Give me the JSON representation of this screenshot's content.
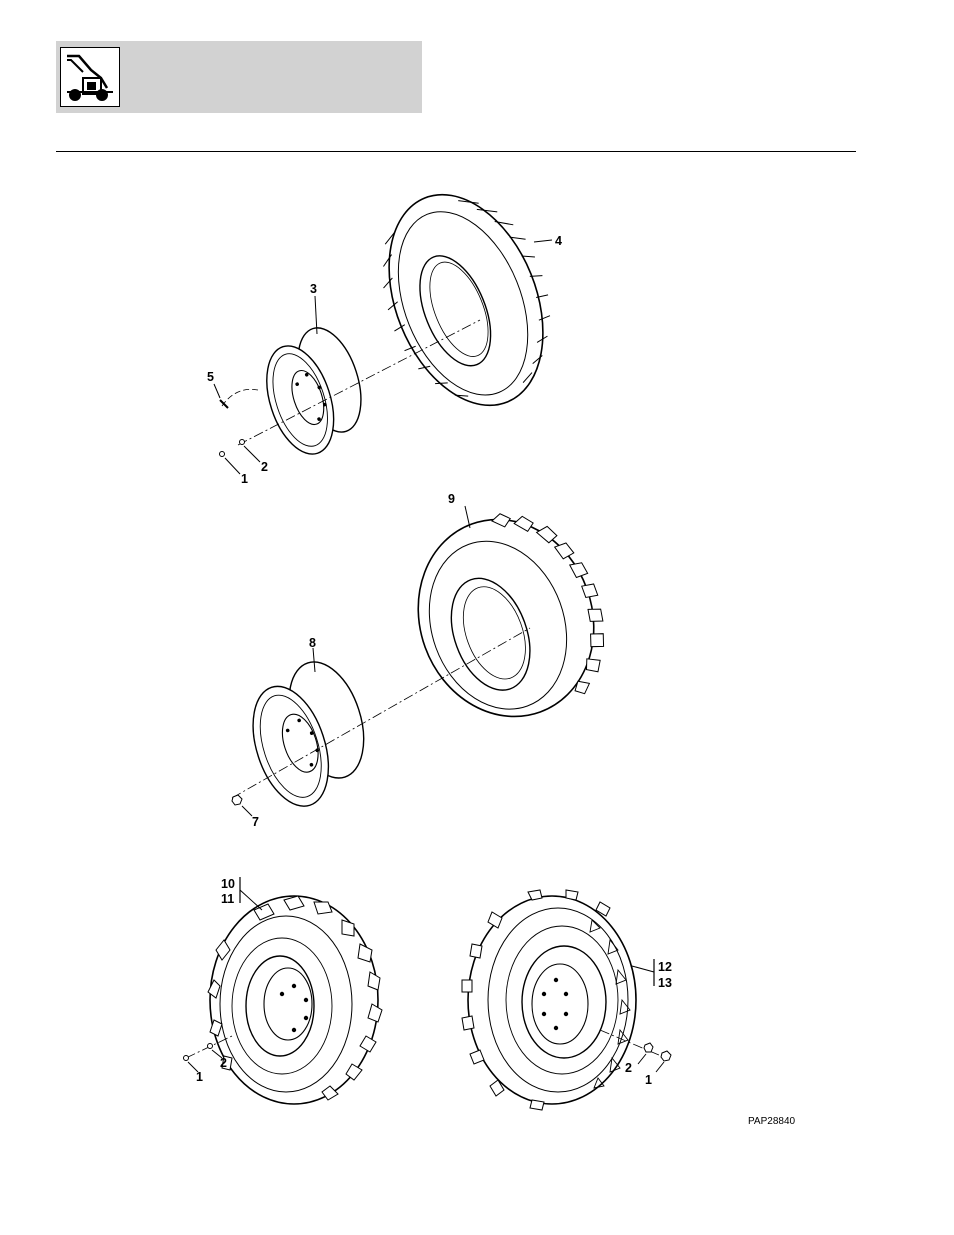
{
  "header": {
    "icon": "telehandler-machine-icon"
  },
  "figure": {
    "reference_id": "PAP28840",
    "callouts": [
      {
        "id": "c4",
        "label": "4"
      },
      {
        "id": "c3",
        "label": "3"
      },
      {
        "id": "c5",
        "label": "5"
      },
      {
        "id": "c2a",
        "label": "2"
      },
      {
        "id": "c1a",
        "label": "1"
      },
      {
        "id": "c9",
        "label": "9"
      },
      {
        "id": "c8",
        "label": "8"
      },
      {
        "id": "c7",
        "label": "7"
      },
      {
        "id": "c10",
        "label": "10"
      },
      {
        "id": "c11",
        "label": "11"
      },
      {
        "id": "c1b",
        "label": "1"
      },
      {
        "id": "c2b",
        "label": "2"
      },
      {
        "id": "c12",
        "label": "12"
      },
      {
        "id": "c13",
        "label": "13"
      },
      {
        "id": "c2c",
        "label": "2"
      },
      {
        "id": "c1c",
        "label": "1"
      }
    ]
  }
}
